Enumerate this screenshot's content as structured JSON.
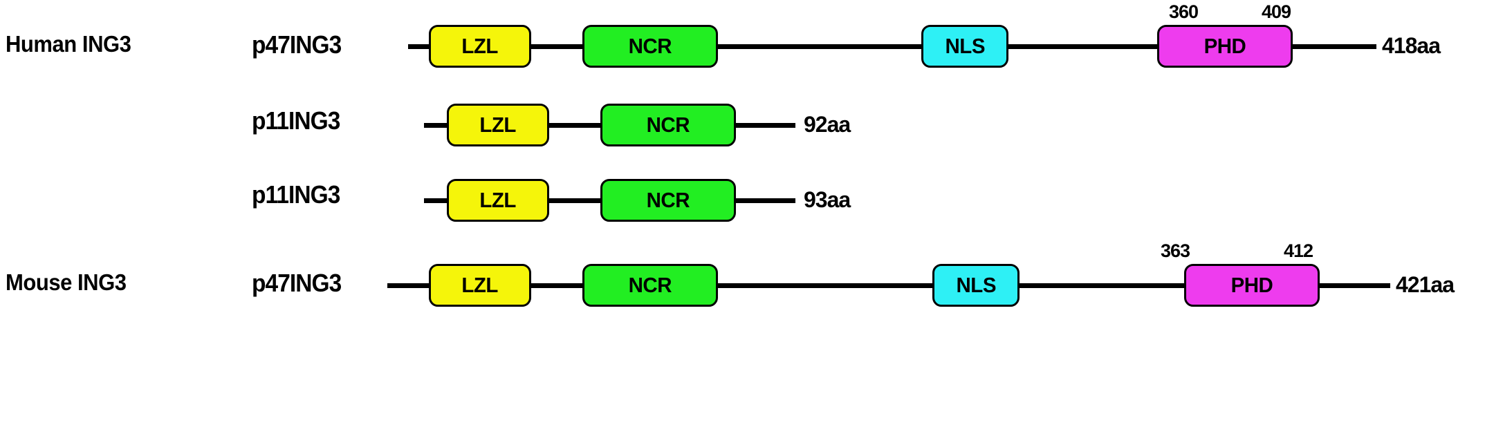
{
  "figure": {
    "type": "protein-domain-diagram",
    "title": "",
    "background": "#ffffff"
  },
  "colors": {
    "lzl": "#f5f50a",
    "ncr": "#22ee22",
    "nls": "#2ef0f5",
    "phd": "#ee3cee",
    "line": "#000000",
    "text": "#000000",
    "stroke": "#000000"
  },
  "domain_legend": [
    {
      "key": "LZL",
      "label": "LZL",
      "color": "#f5f50a"
    },
    {
      "key": "NCR",
      "label": "NCR",
      "color": "#22ee22"
    },
    {
      "key": "NLS",
      "label": "NLS",
      "color": "#2ef0f5"
    },
    {
      "key": "PHD",
      "label": "PHD",
      "color": "#ee3cee"
    }
  ],
  "rows": [
    {
      "species_label": "Human ING3",
      "isoform_label": "p47ING3",
      "length_label": "418aa",
      "domains": [
        {
          "label": "LZL",
          "color_key": "lzl"
        },
        {
          "label": "NCR",
          "color_key": "ncr"
        },
        {
          "label": "NLS",
          "color_key": "nls"
        },
        {
          "label": "PHD",
          "color_key": "phd"
        }
      ],
      "positions": [
        {
          "label": "360",
          "anchor": "phd-start"
        },
        {
          "label": "409",
          "anchor": "phd-end"
        }
      ]
    },
    {
      "species_label": "",
      "isoform_label": "p11ING3",
      "length_label": "92aa",
      "domains": [
        {
          "label": "LZL",
          "color_key": "lzl"
        },
        {
          "label": "NCR",
          "color_key": "ncr"
        }
      ],
      "positions": []
    },
    {
      "species_label": "",
      "isoform_label": "p11ING3",
      "length_label": "93aa",
      "domains": [
        {
          "label": "LZL",
          "color_key": "lzl"
        },
        {
          "label": "NCR",
          "color_key": "ncr"
        }
      ],
      "positions": []
    },
    {
      "species_label": "Mouse ING3",
      "isoform_label": "p47ING3",
      "length_label": "421aa",
      "domains": [
        {
          "label": "LZL",
          "color_key": "lzl"
        },
        {
          "label": "NCR",
          "color_key": "ncr"
        },
        {
          "label": "NLS",
          "color_key": "nls"
        },
        {
          "label": "PHD",
          "color_key": "phd"
        }
      ],
      "positions": [
        {
          "label": "363",
          "anchor": "phd-start"
        },
        {
          "label": "412",
          "anchor": "phd-end"
        }
      ]
    }
  ]
}
